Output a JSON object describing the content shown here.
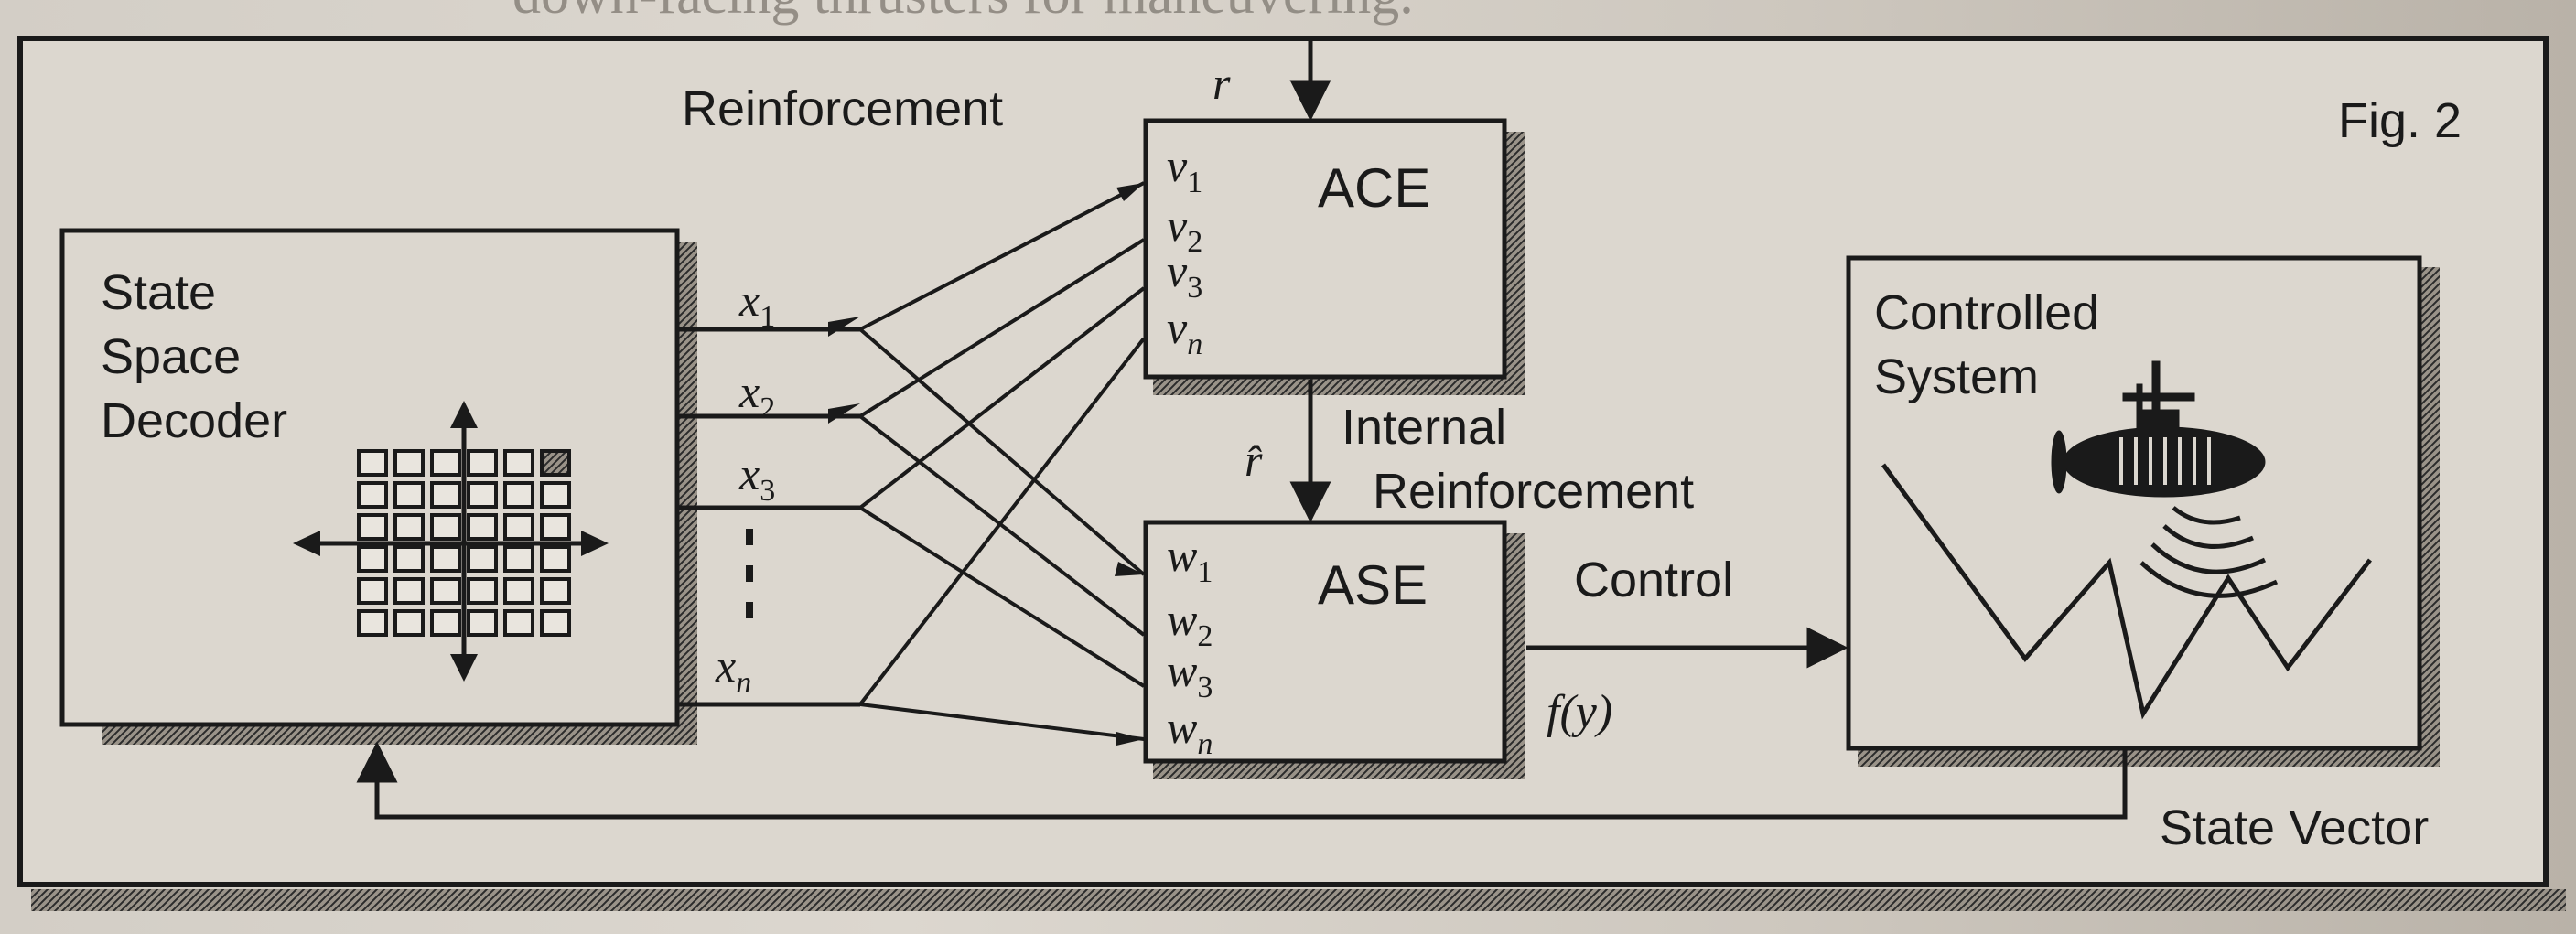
{
  "figure_label": "Fig. 2",
  "reinforcement": {
    "label": "Reinforcement",
    "symbol": "r"
  },
  "ace": {
    "label": "ACE",
    "inputs": [
      "v",
      "v",
      "v",
      "v"
    ],
    "subscripts": [
      "1",
      "2",
      "3",
      "n"
    ]
  },
  "ase": {
    "label": "ASE",
    "inputs": [
      "w",
      "w",
      "w",
      "w"
    ],
    "subscripts": [
      "1",
      "2",
      "3",
      "n"
    ]
  },
  "internal_reinforcement": {
    "line1": "Internal",
    "line2": "Reinforcement",
    "symbol": "r̂"
  },
  "decoder": {
    "line1": "State",
    "line2": "Space",
    "line3": "Decoder"
  },
  "state_signals": {
    "symbols": [
      "x",
      "x",
      "x",
      "x"
    ],
    "subscripts": [
      "1",
      "2",
      "3",
      "n"
    ]
  },
  "control": {
    "label": "Control",
    "function": "f(y)"
  },
  "controlled_system": {
    "line1": "Controlled",
    "line2": "System"
  },
  "state_vector": {
    "label": "State Vector"
  },
  "background_text": {
    "top": "down-facing thrusters for maneuvering."
  }
}
